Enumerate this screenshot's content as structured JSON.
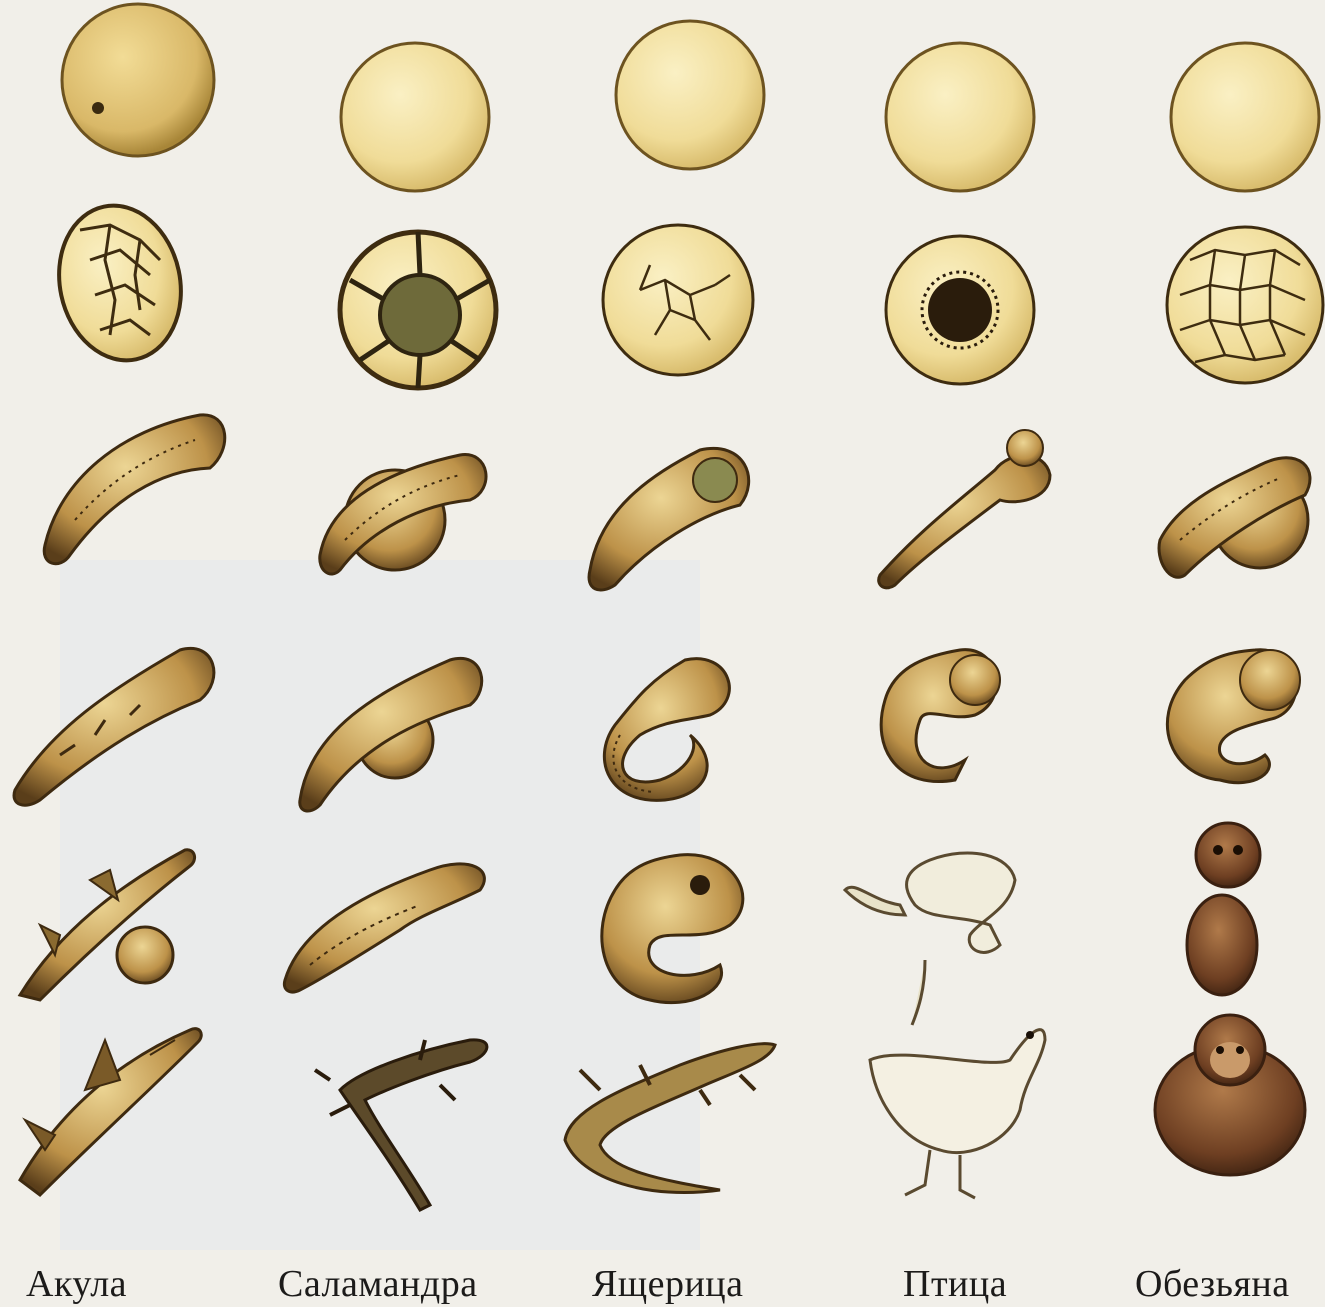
{
  "labels": {
    "shark": "Акула",
    "salamander": "Саламандра",
    "lizard": "Ящерица",
    "bird": "Птица",
    "monkey": "Обезьяна"
  },
  "colors": {
    "page": "#f1efe9",
    "egg_light": "#f2e2a6",
    "egg_shark": "#e2c77a",
    "embryo_body": "#c9a25a",
    "embryo_dark": "#4a3418",
    "embryo_light": "#e6cf8f",
    "monkey_fur": "#7a4a2a",
    "bird_white": "#f3efe2"
  },
  "icons": [
    "egg-icon",
    "cleavage-icon",
    "embryo-icon",
    "adult-animal-icon"
  ]
}
